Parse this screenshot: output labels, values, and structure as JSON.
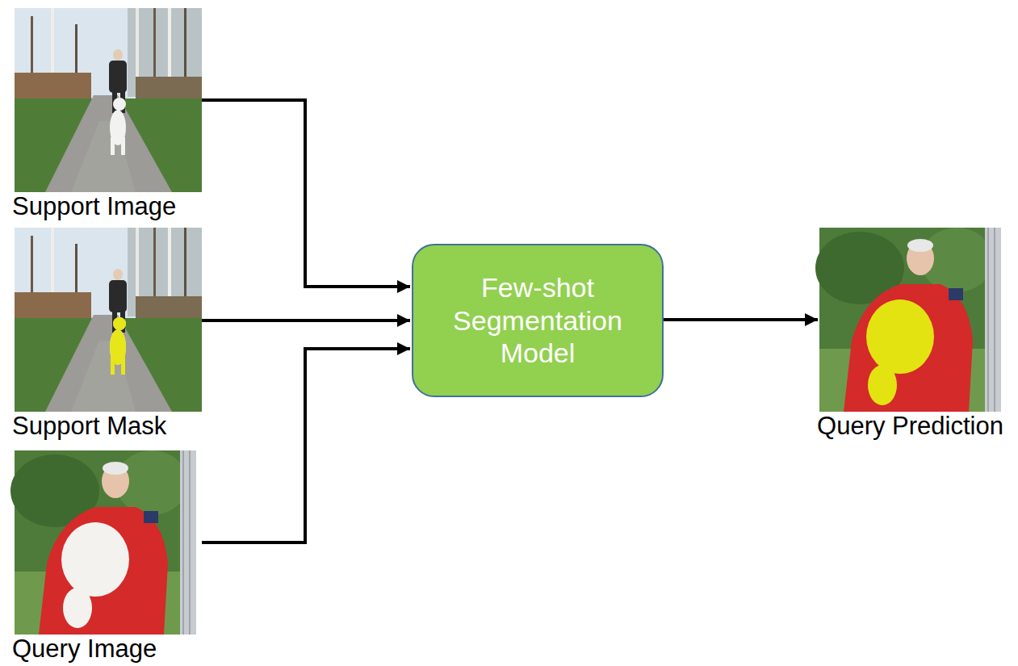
{
  "diagram": {
    "nodes": [
      {
        "text": [
          "Support Image"
        ]
      },
      {
        "text": [
          "Support Mask"
        ]
      },
      {
        "text": [
          "Query Image"
        ]
      },
      {
        "text": [
          "Few-shot Segmentation Model"
        ]
      },
      {
        "text": [
          "Query Prediction"
        ]
      }
    ],
    "edges": [
      {
        "from": 0,
        "to": 3,
        "arrow": "to"
      },
      {
        "from": 1,
        "to": 3,
        "arrow": "to"
      },
      {
        "from": 2,
        "to": 3,
        "arrow": "to"
      },
      {
        "from": 3,
        "to": 4,
        "arrow": "to"
      }
    ]
  }
}
